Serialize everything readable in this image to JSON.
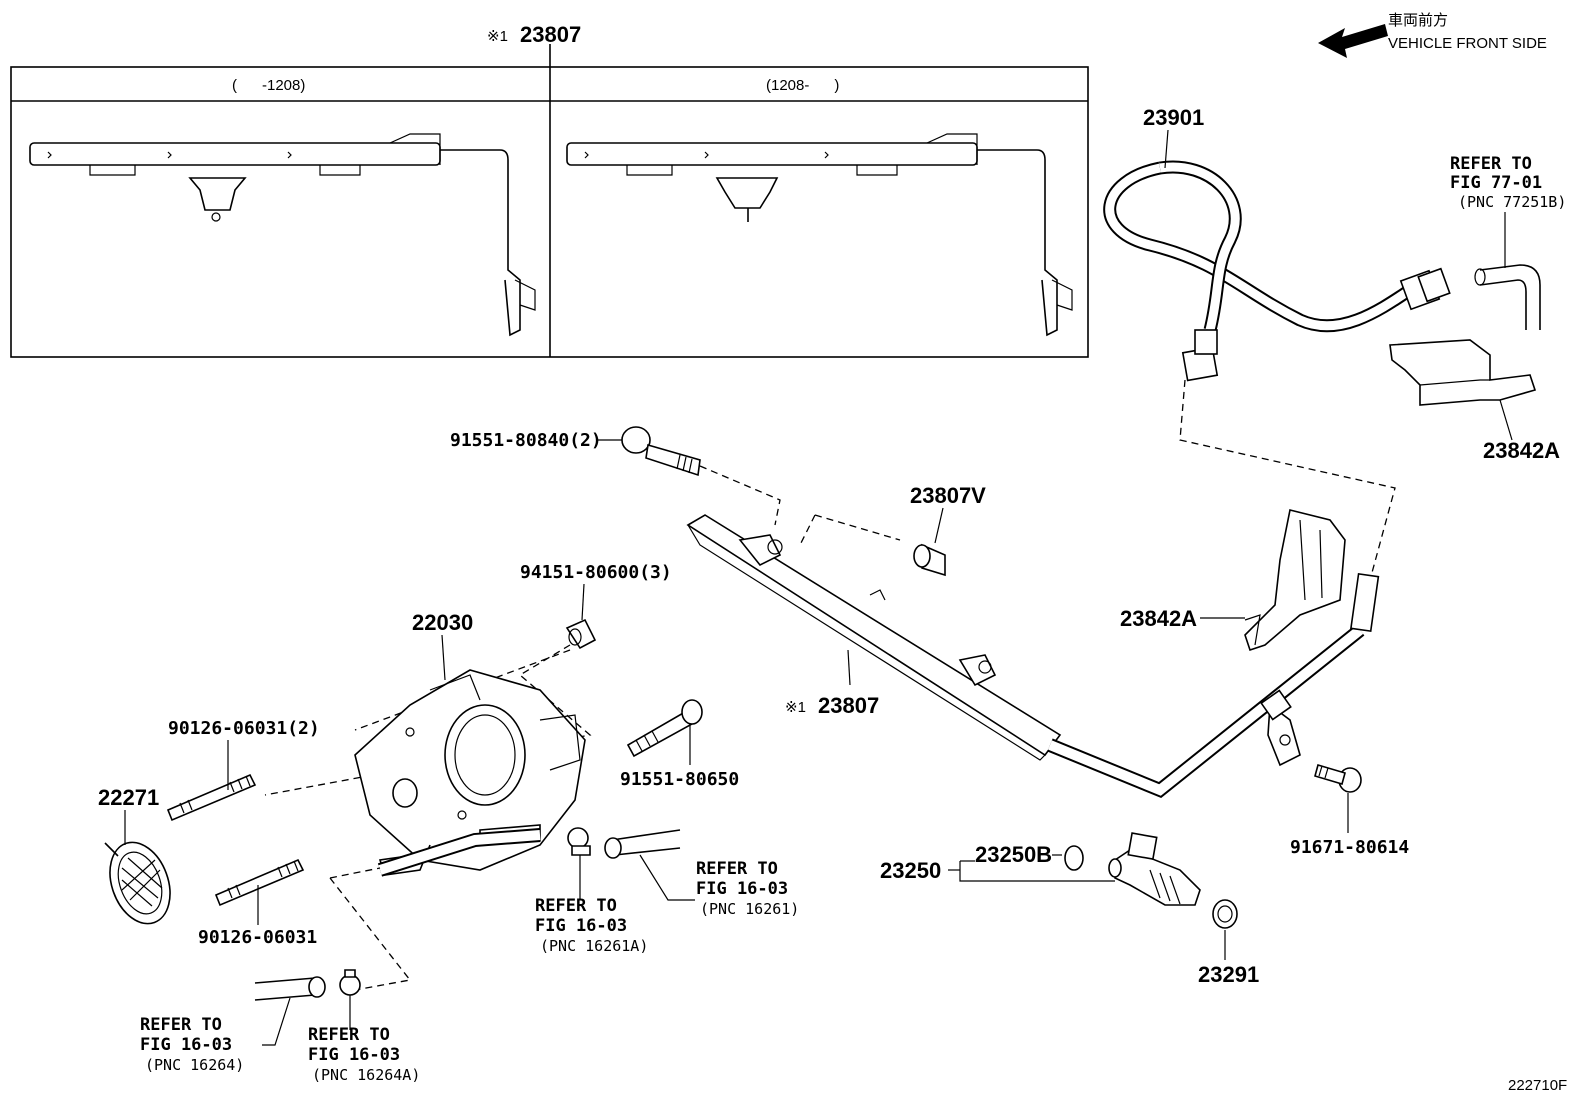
{
  "orientation": {
    "jp_label": "車両前方",
    "en_label": "VEHICLE FRONT SIDE"
  },
  "inset": {
    "marker": "※1",
    "part_no": "23807",
    "left_panel_label": "(      -1208)",
    "right_panel_label": "(1208-      )"
  },
  "parts": {
    "p23901": "23901",
    "p23842a_top": "23842A",
    "p23842a_mid": "23842A",
    "p23807v": "23807V",
    "p91551_80840": "91551-80840(2)",
    "p94151_80600": "94151-80600(3)",
    "p22030": "22030",
    "p90126_06031_2": "90126-06031(2)",
    "p22271": "22271",
    "p91551_80650": "91551-80650",
    "p23807_marker": "※1",
    "p23807": "23807",
    "p91671_80614": "91671-80614",
    "p23250": "23250",
    "p23250b": "23250B",
    "p23291": "23291",
    "p90126_06031": "90126-06031"
  },
  "refs": {
    "fig77": {
      "line1": "REFER TO",
      "line2": "FIG 77-01",
      "pnc": "(PNC 77251B)"
    },
    "fig16_16261": {
      "line1": "REFER TO",
      "line2": "FIG 16-03",
      "pnc": "(PNC 16261)"
    },
    "fig16_16261a": {
      "line1": "REFER TO",
      "line2": "FIG 16-03",
      "pnc": "(PNC 16261A)"
    },
    "fig16_16264": {
      "line1": "REFER TO",
      "line2": "FIG 16-03",
      "pnc": "(PNC 16264)"
    },
    "fig16_16264a": {
      "line1": "REFER TO",
      "line2": "FIG 16-03",
      "pnc": "(PNC 16264A)"
    }
  },
  "figure_id": "222710F"
}
